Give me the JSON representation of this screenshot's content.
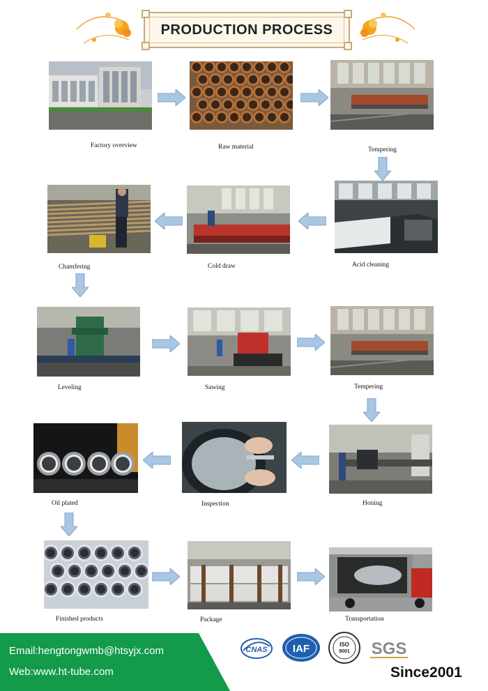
{
  "header": {
    "title": "PRODUCTION PROCESS"
  },
  "steps": [
    {
      "label": "Factory overview"
    },
    {
      "label": "Raw material"
    },
    {
      "label": "Tempering"
    },
    {
      "label": "Chamfering"
    },
    {
      "label": "Cold draw"
    },
    {
      "label": "Acid cleaning"
    },
    {
      "label": "Leveling"
    },
    {
      "label": "Sawing"
    },
    {
      "label": "Tempering"
    },
    {
      "label": "Oil plated"
    },
    {
      "label": "Inspection"
    },
    {
      "label": "Honing"
    },
    {
      "label": "Finished products"
    },
    {
      "label": "Package"
    },
    {
      "label": "Transportation"
    }
  ],
  "footer": {
    "email": "Email:hengtongwmb@htsyjx.com",
    "web": "Web:www.ht-tube.com",
    "since": "Since2001",
    "certifications": [
      "CNAS",
      "IAF",
      "ISO 9001",
      "SGS"
    ],
    "accent_color": "#139a4a"
  }
}
